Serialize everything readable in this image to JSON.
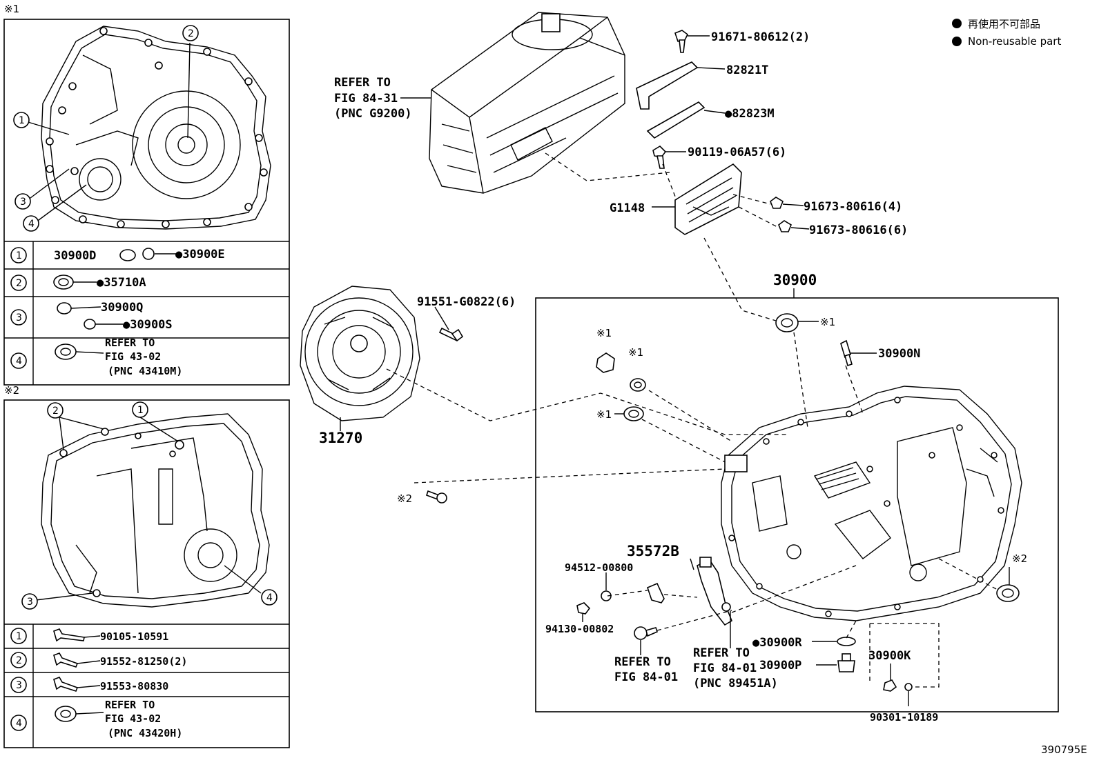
{
  "legend": {
    "jp": "再使用不可部品",
    "en": "Non-reusable part"
  },
  "figure_id": "390795E",
  "ref_marks": {
    "mark1": "※1",
    "mark2": "※2"
  },
  "circled_numbers": [
    "1",
    "2",
    "3",
    "4"
  ],
  "table1": [
    {
      "idx": "1",
      "parts": [
        "30900D",
        "●30900E"
      ]
    },
    {
      "idx": "2",
      "parts": [
        "●35710A"
      ]
    },
    {
      "idx": "3",
      "parts": [
        "30900Q",
        "●30900S"
      ]
    },
    {
      "idx": "4",
      "parts": [
        "REFER TO",
        "FIG 43-02",
        "(PNC 43410M)"
      ]
    }
  ],
  "table2": [
    {
      "idx": "1",
      "parts": [
        "90105-10591"
      ]
    },
    {
      "idx": "2",
      "parts": [
        "91552-81250(2)"
      ]
    },
    {
      "idx": "3",
      "parts": [
        "91553-80830"
      ]
    },
    {
      "idx": "4",
      "parts": [
        "REFER TO",
        "FIG 43-02",
        "(PNC 43420H)"
      ]
    }
  ],
  "labels": {
    "refer_inverter": [
      "REFER TO",
      "FIG 84-31",
      "(PNC G9200)"
    ],
    "p91671": "91671-80612(2)",
    "p82821T": "82821T",
    "p82823M": "●82823M",
    "p90119": "90119-06A57(6)",
    "pG1148": "G1148",
    "p91673a": "91673-80616(4)",
    "p91673b": "91673-80616(6)",
    "p91551": "91551-G0822(6)",
    "p31270": "31270",
    "p30900": "30900",
    "p30900N": "30900N",
    "p35572B": "35572B",
    "p94512": "94512-00800",
    "p94130": "94130-00802",
    "refer_8401a": [
      "REFER TO",
      "FIG 84-01"
    ],
    "refer_8401b": [
      "REFER TO",
      "FIG 84-01",
      "(PNC 89451A)"
    ],
    "p30900R": "●30900R",
    "p30900P": "30900P",
    "p30900K": "30900K",
    "p90301": "90301-10189"
  }
}
